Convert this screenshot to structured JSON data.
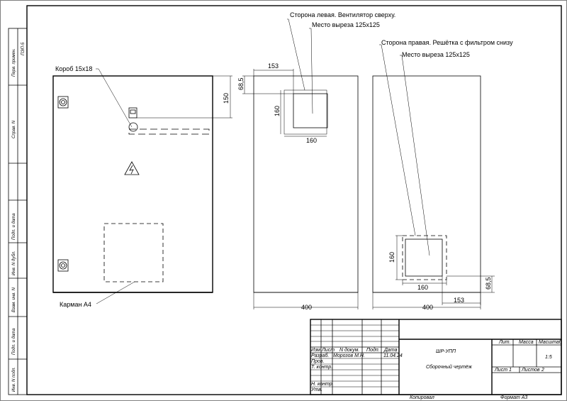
{
  "front_view": {
    "callout_box": "Короб 15x18",
    "callout_pocket": "Карман А4"
  },
  "left_side_view": {
    "callout_side": "Сторона левая. Вентилятор сверху.",
    "callout_cutout": "Место выреза 125x125",
    "dim_offset_x": "153",
    "dim_offset_y": "68,5",
    "dim_fan_height": "150",
    "dim_cut_h": "160",
    "dim_cut_w": "160",
    "dim_width": "400"
  },
  "right_side_view": {
    "callout_side": "Сторона правая. Решётка с фильтром снизу",
    "callout_cutout": "Место выреза 125x125",
    "dim_cut_h": "160",
    "dim_cut_w": "160",
    "dim_offset_y": "68,5",
    "dim_offset_x": "153",
    "dim_width": "400"
  },
  "side_stamp": [
    "Перв. примен.",
    "ПЭП-5",
    "Справ. N",
    "Подп. и дата",
    "Инв. N дубл.",
    "Взам. инв. N",
    "Подп. и дата",
    "Инв. N подл."
  ],
  "title_block": {
    "hdr_izm": "Изм.",
    "hdr_list": "Лист",
    "hdr_doc": "N докум.",
    "hdr_podp": "Подп.",
    "hdr_data": "Дата",
    "role_razrab": "Разраб.",
    "name_razrab": "Морозов М.Н.",
    "date_razrab": "11.04.24",
    "role_prov": "Пров.",
    "role_tkontr": "Т. контр.",
    "role_nkontr": "Н. контр.",
    "role_utv": "Утв.",
    "designation": "ШР-УПП",
    "doc_title": "Сборочный чертёж",
    "hdr_lit": "Лит.",
    "hdr_massa": "Масса",
    "hdr_masshtab": "Масштаб",
    "scale": "1:5",
    "sheet_label": "Лист",
    "sheet_no": "1",
    "sheets_label": "Листов",
    "sheets_total": "2",
    "copied": "Копировал",
    "format": "Формат А3"
  }
}
